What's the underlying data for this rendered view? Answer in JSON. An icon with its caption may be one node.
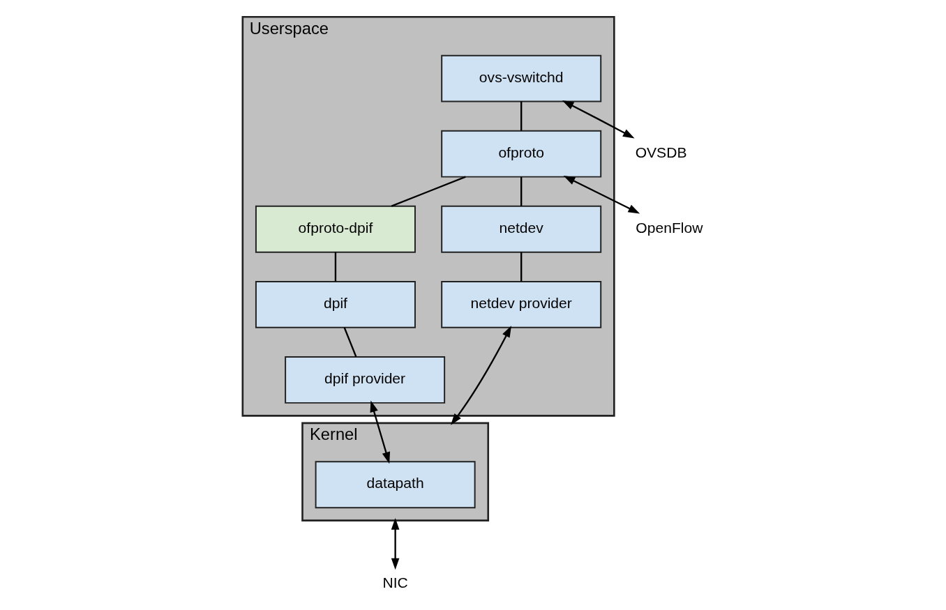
{
  "diagram": {
    "nodes": [
      {
        "text": [],
        "shape": "box",
        "beside": [
          "Userspace"
        ]
      },
      {
        "text": [
          "ovs-vswitchd"
        ],
        "in": 0
      },
      {
        "text": [
          "ofproto"
        ],
        "in": 0
      },
      {
        "text": [
          "netdev"
        ],
        "in": 0
      },
      {
        "text": [
          "ofproto-dpif"
        ],
        "in": 0
      },
      {
        "text": [
          "netdev provider"
        ],
        "in": 0
      },
      {
        "text": [
          "dpif"
        ],
        "in": 0
      },
      {
        "text": [
          "dpif provider"
        ],
        "in": 0
      },
      {
        "text": [],
        "shape": "box",
        "beside": [
          "Kernel"
        ]
      },
      {
        "text": [
          "datapath"
        ],
        "in": 8
      },
      {
        "text": [
          "OVSDB"
        ]
      },
      {
        "text": [
          "OpenFlow"
        ]
      },
      {
        "text": [
          "NIC"
        ]
      }
    ],
    "edges": [
      {
        "from": 1,
        "to": 2,
        "arrow": "none"
      },
      {
        "from": 2,
        "to": 3,
        "arrow": "none"
      },
      {
        "from": 2,
        "to": 4,
        "arrow": "none"
      },
      {
        "from": 3,
        "to": 5,
        "arrow": "none"
      },
      {
        "from": 4,
        "to": 6,
        "arrow": "none"
      },
      {
        "from": 6,
        "to": 7,
        "arrow": "none"
      },
      {
        "from": 1,
        "to": 10,
        "arrow": "both"
      },
      {
        "from": 2,
        "to": 11,
        "arrow": "both"
      },
      {
        "from": 5,
        "to": 8,
        "arrow": "both"
      },
      {
        "from": 7,
        "to": 9,
        "arrow": "both"
      },
      {
        "from": 8,
        "to": 12,
        "arrow": "both"
      }
    ]
  }
}
